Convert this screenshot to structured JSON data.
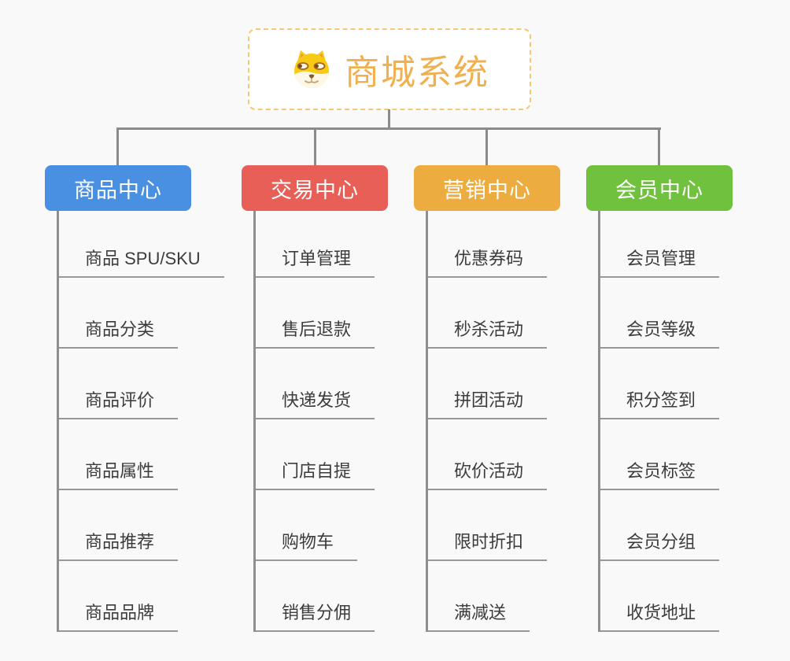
{
  "root": {
    "title": "商城系统",
    "icon": "doge-icon",
    "title_color": "#F1B04F",
    "border_color": "#F6C775"
  },
  "connector_color": "#8b8b8b",
  "branches": [
    {
      "label": "商品中心",
      "color": "#4A90E2",
      "children": [
        "商品 SPU/SKU",
        "商品分类",
        "商品评价",
        "商品属性",
        "商品推荐",
        "商品品牌"
      ]
    },
    {
      "label": "交易中心",
      "color": "#E85F58",
      "children": [
        "订单管理",
        "售后退款",
        "快递发货",
        "门店自提",
        "购物车",
        "销售分佣"
      ]
    },
    {
      "label": "营销中心",
      "color": "#EDAC40",
      "children": [
        "优惠券码",
        "秒杀活动",
        "拼团活动",
        "砍价活动",
        "限时折扣",
        "满减送"
      ]
    },
    {
      "label": "会员中心",
      "color": "#6FC13E",
      "children": [
        "会员管理",
        "会员等级",
        "积分签到",
        "会员标签",
        "会员分组",
        "收货地址"
      ]
    }
  ]
}
